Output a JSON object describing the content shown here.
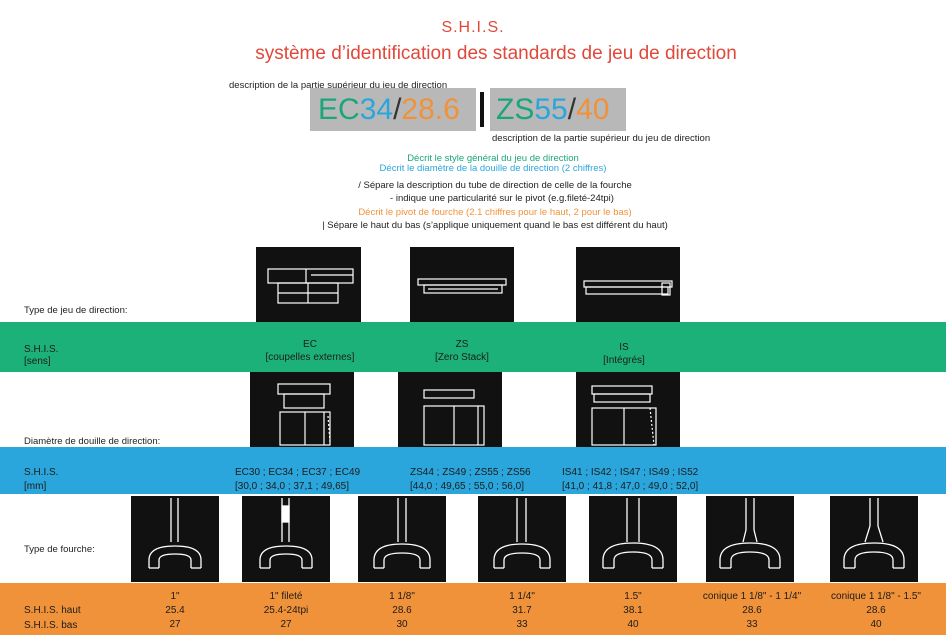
{
  "header": {
    "title": "S.H.I.S.",
    "subtitle": "système d’identification des standards de jeu de direction"
  },
  "code": {
    "top_desc": "description de la partie supérieur du jeu de direction",
    "bottom_desc": "description de la partie supérieur du jeu de direction",
    "upper": {
      "style": "EC",
      "diameter": "34",
      "slash": "/",
      "fork": "28.6"
    },
    "lower": {
      "style": "ZS",
      "diameter": "55",
      "slash": "/",
      "fork": "40"
    }
  },
  "legend": [
    {
      "text": "Décrit le style général du jeu de direction",
      "color": "#1aa67a"
    },
    {
      "text": "Décrit le diamètre de la douille de direction (2 chiffres)",
      "color": "#2aa6dc"
    },
    {
      "text": "/ Sépare la description du tube de direction de celle de la fourche",
      "color": "#222222"
    },
    {
      "text": "- indique une particularité sur le pivot (e.g.fileté-24tpi)",
      "color": "#222222"
    },
    {
      "text": "Décrit le pivot de fourche (2.1 chiffres pour le haut, 2 pour le bas)",
      "color": "#f0923a"
    },
    {
      "text": "| Sépare le haut du bas (s’applique uniquement quand le bas est différent du haut)",
      "color": "#222222"
    }
  ],
  "rows": {
    "headset_type_label": "Type de jeu de direction:",
    "sens_label_1": "S.H.I.S.",
    "sens_label_2": "[sens]",
    "diameter_label": "Diamètre de douille de direction:",
    "mm_label_1": "S.H.I.S.",
    "mm_label_2": "[mm]",
    "fork_label": "Type de fourche:",
    "haut_label": "S.H.I.S. haut",
    "bas_label": "S.H.I.S. bas"
  },
  "styles": [
    {
      "code": "EC",
      "name": "[coupelles externes]"
    },
    {
      "code": "ZS",
      "name": "[Zero Stack]"
    },
    {
      "code": "IS",
      "name": "[Intégrés]"
    }
  ],
  "diameters": [
    {
      "codes": "EC30 ; EC34 ; EC37 ; EC49",
      "values": "[30,0 ;   34,0 ;   37,1  ; 49,65]"
    },
    {
      "codes": "ZS44 ; ZS49 ; ZS55 ; ZS56",
      "values": "[44,0 ; 49,65 ;  55,0  ; 56,0]"
    },
    {
      "codes": "IS41 ; IS42 ; IS47 ; IS49 ; IS52",
      "values": "[41,0 ; 41,8 ; 47,0 ;  49,0 ; 52,0]"
    }
  ],
  "forks": [
    {
      "name": "1\"",
      "haut": "25.4",
      "bas": "27"
    },
    {
      "name": "1\"  fileté",
      "haut": "25.4-24tpi",
      "bas": "27"
    },
    {
      "name": "1 1/8\"",
      "haut": "28.6",
      "bas": "30"
    },
    {
      "name": "1 1/4\"",
      "haut": "31.7",
      "bas": "33"
    },
    {
      "name": "1.5\"",
      "haut": "38.1",
      "bas": "40"
    },
    {
      "name": "conique 1 1/8\" - 1 1/4\"",
      "haut": "28.6",
      "bas": "33"
    },
    {
      "name": "conique 1 1/8\" - 1.5\"",
      "haut": "28.6",
      "bas": "40"
    }
  ],
  "colors": {
    "title": "#e0483a",
    "green_band": "#1db17a",
    "blue_band": "#2aa6dc",
    "orange_band": "#f0923a",
    "code_box": "#b8b8b8"
  }
}
